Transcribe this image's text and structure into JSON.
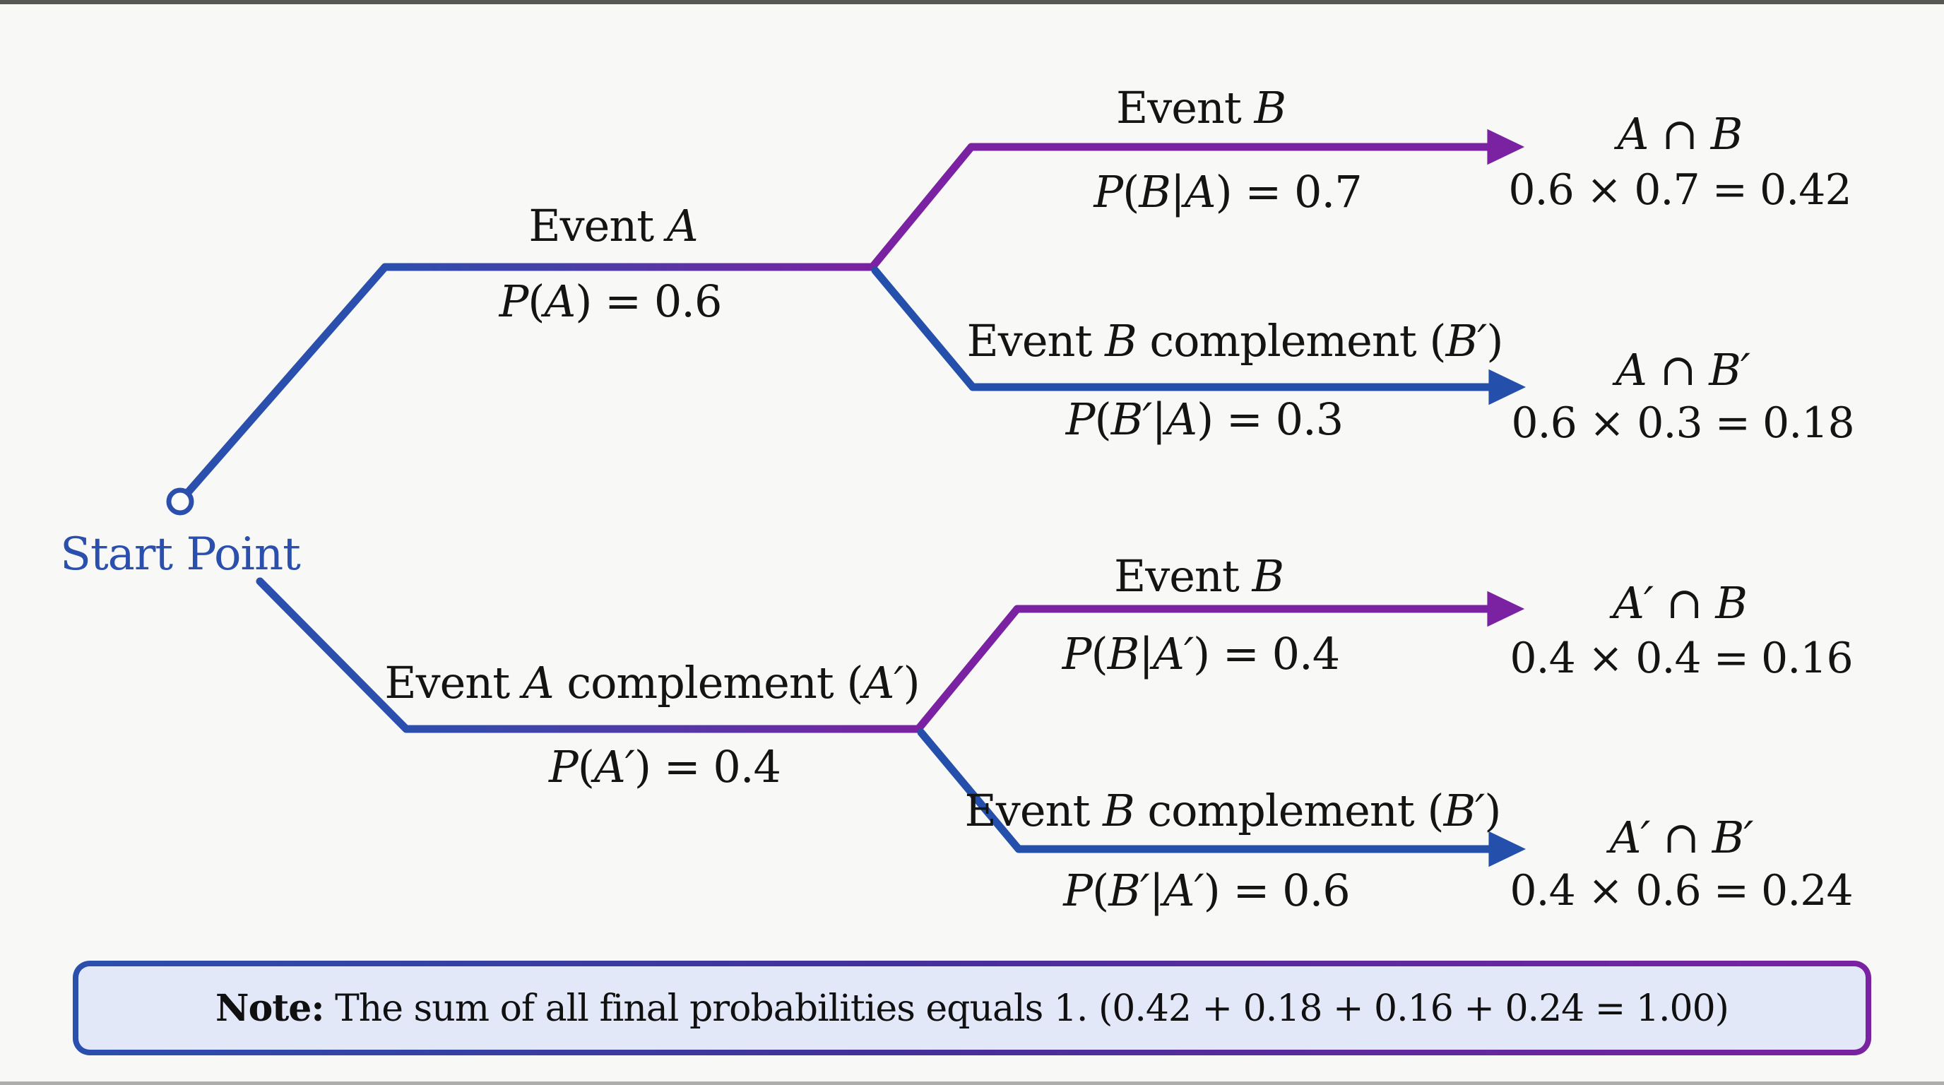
{
  "colors": {
    "background": "#f8f8f6",
    "blue": "#2b4fad",
    "blue_line": "#2450ab",
    "purple_line": "#7a22a1",
    "note_fill": "#e3e8f8",
    "text": "#141414"
  },
  "diagram": {
    "start": {
      "label": "Start Point"
    },
    "branch_a": {
      "name": [
        {
          "t": "Event ",
          "i": 0
        },
        {
          "t": "A",
          "i": 1
        }
      ],
      "prob": [
        {
          "t": "P",
          "i": 1
        },
        {
          "t": "(",
          "i": 0
        },
        {
          "t": "A",
          "i": 1
        },
        {
          "t": ") = 0.6",
          "i": 0
        }
      ]
    },
    "branch_a_complement": {
      "name": [
        {
          "t": "Event ",
          "i": 0
        },
        {
          "t": "A",
          "i": 1
        },
        {
          "t": " complement (",
          "i": 0
        },
        {
          "t": "A′",
          "i": 1
        },
        {
          "t": ")",
          "i": 0
        }
      ],
      "prob": [
        {
          "t": "P",
          "i": 1
        },
        {
          "t": "(",
          "i": 0
        },
        {
          "t": "A′",
          "i": 1
        },
        {
          "t": ") = 0.4",
          "i": 0
        }
      ]
    },
    "leaves": {
      "ab": {
        "name": [
          {
            "t": "Event ",
            "i": 0
          },
          {
            "t": "B",
            "i": 1
          }
        ],
        "prob": [
          {
            "t": "P",
            "i": 1
          },
          {
            "t": "(",
            "i": 0
          },
          {
            "t": "B",
            "i": 1
          },
          {
            "t": "|",
            "i": 0
          },
          {
            "t": "A",
            "i": 1
          },
          {
            "t": ") = 0.7",
            "i": 0
          }
        ],
        "outcome": [
          {
            "t": "A",
            "i": 1
          },
          {
            "t": " ∩ ",
            "i": 0
          },
          {
            "t": "B",
            "i": 1
          }
        ],
        "calc": "0.6 × 0.7 = 0.42"
      },
      "ab_comp": {
        "name": [
          {
            "t": "Event ",
            "i": 0
          },
          {
            "t": "B",
            "i": 1
          },
          {
            "t": " complement (",
            "i": 0
          },
          {
            "t": "B′",
            "i": 1
          },
          {
            "t": ")",
            "i": 0
          }
        ],
        "prob": [
          {
            "t": "P",
            "i": 1
          },
          {
            "t": "(",
            "i": 0
          },
          {
            "t": "B′",
            "i": 1
          },
          {
            "t": "|",
            "i": 0
          },
          {
            "t": "A",
            "i": 1
          },
          {
            "t": ") = 0.3",
            "i": 0
          }
        ],
        "outcome": [
          {
            "t": "A",
            "i": 1
          },
          {
            "t": " ∩ ",
            "i": 0
          },
          {
            "t": "B′",
            "i": 1
          }
        ],
        "calc": "0.6 × 0.3 = 0.18"
      },
      "a_comp_b": {
        "name": [
          {
            "t": "Event ",
            "i": 0
          },
          {
            "t": "B",
            "i": 1
          }
        ],
        "prob": [
          {
            "t": "P",
            "i": 1
          },
          {
            "t": "(",
            "i": 0
          },
          {
            "t": "B",
            "i": 1
          },
          {
            "t": "|",
            "i": 0
          },
          {
            "t": "A′",
            "i": 1
          },
          {
            "t": ") = 0.4",
            "i": 0
          }
        ],
        "outcome": [
          {
            "t": "A′",
            "i": 1
          },
          {
            "t": " ∩ ",
            "i": 0
          },
          {
            "t": "B",
            "i": 1
          }
        ],
        "calc": "0.4 × 0.4 = 0.16"
      },
      "a_comp_b_comp": {
        "name": [
          {
            "t": "Event ",
            "i": 0
          },
          {
            "t": "B",
            "i": 1
          },
          {
            "t": " complement (",
            "i": 0
          },
          {
            "t": "B′",
            "i": 1
          },
          {
            "t": ")",
            "i": 0
          }
        ],
        "prob": [
          {
            "t": "P",
            "i": 1
          },
          {
            "t": "(",
            "i": 0
          },
          {
            "t": "B′",
            "i": 1
          },
          {
            "t": "|",
            "i": 0
          },
          {
            "t": "A′",
            "i": 1
          },
          {
            "t": ") = 0.6",
            "i": 0
          }
        ],
        "outcome": [
          {
            "t": "A′",
            "i": 1
          },
          {
            "t": " ∩ ",
            "i": 0
          },
          {
            "t": "B′",
            "i": 1
          }
        ],
        "calc": "0.4 × 0.6 = 0.24"
      }
    }
  },
  "note": {
    "segments": [
      {
        "t": "Note:",
        "b": 1
      },
      {
        "t": " The sum of all final probabilities equals 1. (0.42 + 0.18 + 0.16 + 0.24 = 1.00)",
        "b": 0
      }
    ]
  }
}
